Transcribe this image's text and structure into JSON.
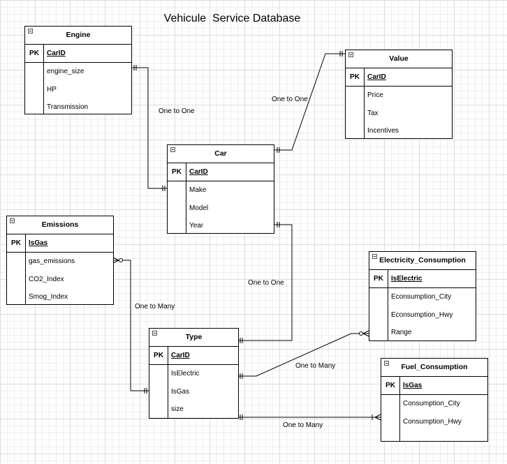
{
  "title": "Vehicule  Service Database",
  "entities": {
    "engine": {
      "name": "Engine",
      "pk_label": "PK",
      "pk": "CarID",
      "attributes": [
        "engine_size",
        "HP",
        "Transmission"
      ]
    },
    "value": {
      "name": "Value",
      "pk_label": "PK",
      "pk": "CarID",
      "attributes": [
        "Price",
        "Tax",
        "Incentives"
      ]
    },
    "car": {
      "name": "Car",
      "pk_label": "PK",
      "pk": "CarID",
      "attributes": [
        "Make",
        "Model",
        "Year"
      ]
    },
    "emissions": {
      "name": "Emissions",
      "pk_label": "PK",
      "pk": "IsGas",
      "attributes": [
        "gas_emissions",
        "CO2_Index",
        "Smog_Index"
      ]
    },
    "electricity": {
      "name": "Electricity_Consumption",
      "pk_label": "PK",
      "pk": "IsElectric",
      "attributes": [
        "Econsumption_City",
        "Econsumption_Hwy",
        "Range"
      ]
    },
    "type": {
      "name": "Type",
      "pk_label": "PK",
      "pk": "CarID",
      "attributes": [
        "IsElectric",
        "IsGas",
        "size"
      ]
    },
    "fuel": {
      "name": "Fuel_Consumption",
      "pk_label": "PK",
      "pk": "IsGas",
      "attributes": [
        "Consumption_City",
        "Consumption_Hwy"
      ]
    }
  },
  "relationships": {
    "engine_car": "One to One",
    "car_value": "One to One",
    "car_type": "One to One",
    "emissions_type": "One to Many",
    "type_electricity": "One to Many",
    "type_fuel": "One to Many"
  }
}
